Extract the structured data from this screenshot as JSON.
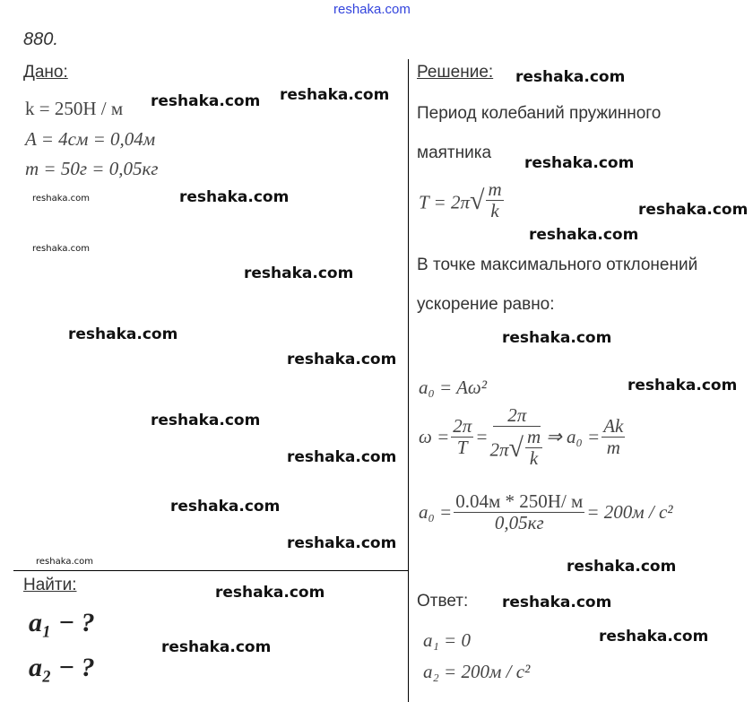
{
  "header_link": "reshaka.com",
  "problem_number": "880.",
  "given": {
    "title": "Дано:",
    "lines": [
      "k = 250H / м",
      "A = 4см = 0,04м",
      "m = 50г = 0,05кг"
    ]
  },
  "find": {
    "title": "Найти:",
    "lines": [
      "a₁ − ?",
      "a₂ − ?"
    ]
  },
  "solution": {
    "title": "Решение:",
    "text1": "Период колебаний пружинного",
    "text2": "маятника",
    "period_formula": {
      "lhs": "T = 2π",
      "num": "m",
      "den": "k"
    },
    "text3": "В точке максимального отклонений",
    "text4": "ускорение равно:",
    "f1": "a₀ = Aω²",
    "f2": {
      "lhs": "ω =",
      "n1": "2π",
      "d1": "T",
      "eq": "=",
      "n2": "2π",
      "d2pre": "2π",
      "d2num": "m",
      "d2den": "k",
      "imp": "⇒ a₀ =",
      "n3": "Ak",
      "d3": "m"
    },
    "f3": {
      "lhs": "a₀ =",
      "num": "0.04м * 250Н/ м",
      "den": "0,05кг",
      "rhs": "= 200м / с²"
    }
  },
  "answer": {
    "title": "Ответ:",
    "lines": [
      "a₁ = 0",
      "a₂ = 200м / с²"
    ]
  },
  "watermarks": [
    "reshaka.com",
    "reshaka.com",
    "reshaka.com",
    "reshaka.com",
    "reshaka.com",
    "reshaka.com",
    "reshaka.com",
    "reshaka.com",
    "reshaka.com",
    "reshaka.com",
    "reshaka.com",
    "reshaka.com",
    "reshaka.com",
    "reshaka.com",
    "reshaka.com",
    "reshaka.com",
    "reshaka.com",
    "reshaka.com",
    "reshaka.com",
    "reshaka.com",
    "reshaka.com",
    "reshaka.com",
    "reshaka.com",
    "reshaka.com"
  ]
}
